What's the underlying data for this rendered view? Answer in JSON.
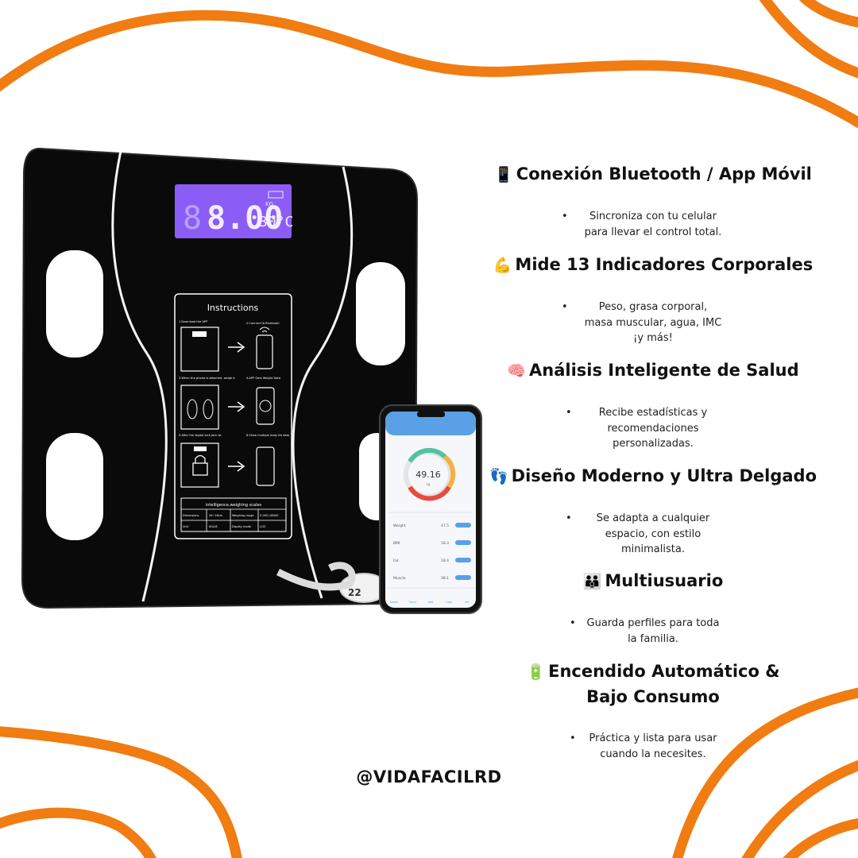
{
  "colors": {
    "accent": "#f07c12",
    "text": "#111111",
    "background": "#ffffff"
  },
  "scale": {
    "display": {
      "reading": "8.00",
      "unit": "KG",
      "temperature": "30°C"
    },
    "instructions": {
      "title": "Instructions",
      "step1": "1.Download the APP",
      "step2": "2.Connect to Bluetooth",
      "step3": "3.When the phone is attached, weigh it",
      "step4": "4.APP Gets Weight Data",
      "step5": "5.After the digital lock,lock wt",
      "step6": "6.Show multiple body fat data",
      "footer_title": "intelligence,weighing scales",
      "row1": [
        "Dimensions",
        "26~26cm",
        "Weighing range",
        "0.2KG-180KG"
      ],
      "row2": [
        "Unit",
        "KG/LB",
        "Display mode",
        "LCD"
      ]
    }
  },
  "phone": {
    "reading": "49.16",
    "reading_unit": "kg",
    "stats": [
      {
        "label": "Weight",
        "value": "47.5"
      },
      {
        "label": "BMI",
        "value": "18.3"
      },
      {
        "label": "Fat",
        "value": "18.4"
      },
      {
        "label": "Muscle",
        "value": "38.1"
      }
    ],
    "tabs": [
      "Home",
      "Trend",
      "Add",
      "Goal",
      "Me"
    ]
  },
  "features": [
    {
      "icon": "📱",
      "icon_name": "mobile-phone-icon",
      "title": "Conexión Bluetooth / App Móvil",
      "lines": [
        "Sincroniza con tu celular",
        "para llevar el control total."
      ]
    },
    {
      "icon": "💪",
      "icon_name": "flexed-biceps-icon",
      "title": "Mide 13 Indicadores Corporales",
      "lines": [
        "Peso, grasa corporal,",
        "masa muscular, agua, IMC",
        "¡y más!"
      ]
    },
    {
      "icon": "🧠",
      "icon_name": "brain-icon",
      "title": "Análisis Inteligente de Salud",
      "lines": [
        "Recibe estadísticas y",
        "recomendaciones",
        "personalizadas."
      ]
    },
    {
      "icon": "👣",
      "icon_name": "footprints-icon",
      "title": "Diseño Moderno y Ultra Delgado",
      "lines": [
        "Se adapta a cualquier",
        "espacio, con estilo",
        "minimalista."
      ]
    },
    {
      "icon": "👪",
      "icon_name": "family-icon",
      "title": "Multiusuario",
      "lines": [
        "Guarda perfiles para toda",
        "la familia."
      ]
    },
    {
      "icon": "🔋",
      "icon_name": "battery-icon",
      "title_lines": [
        "Encendido Automático &",
        "Bajo Consumo"
      ],
      "lines": [
        "Práctica y lista para usar",
        "cuando la necesites."
      ]
    }
  ],
  "handle": "@VIDAFACILRD"
}
